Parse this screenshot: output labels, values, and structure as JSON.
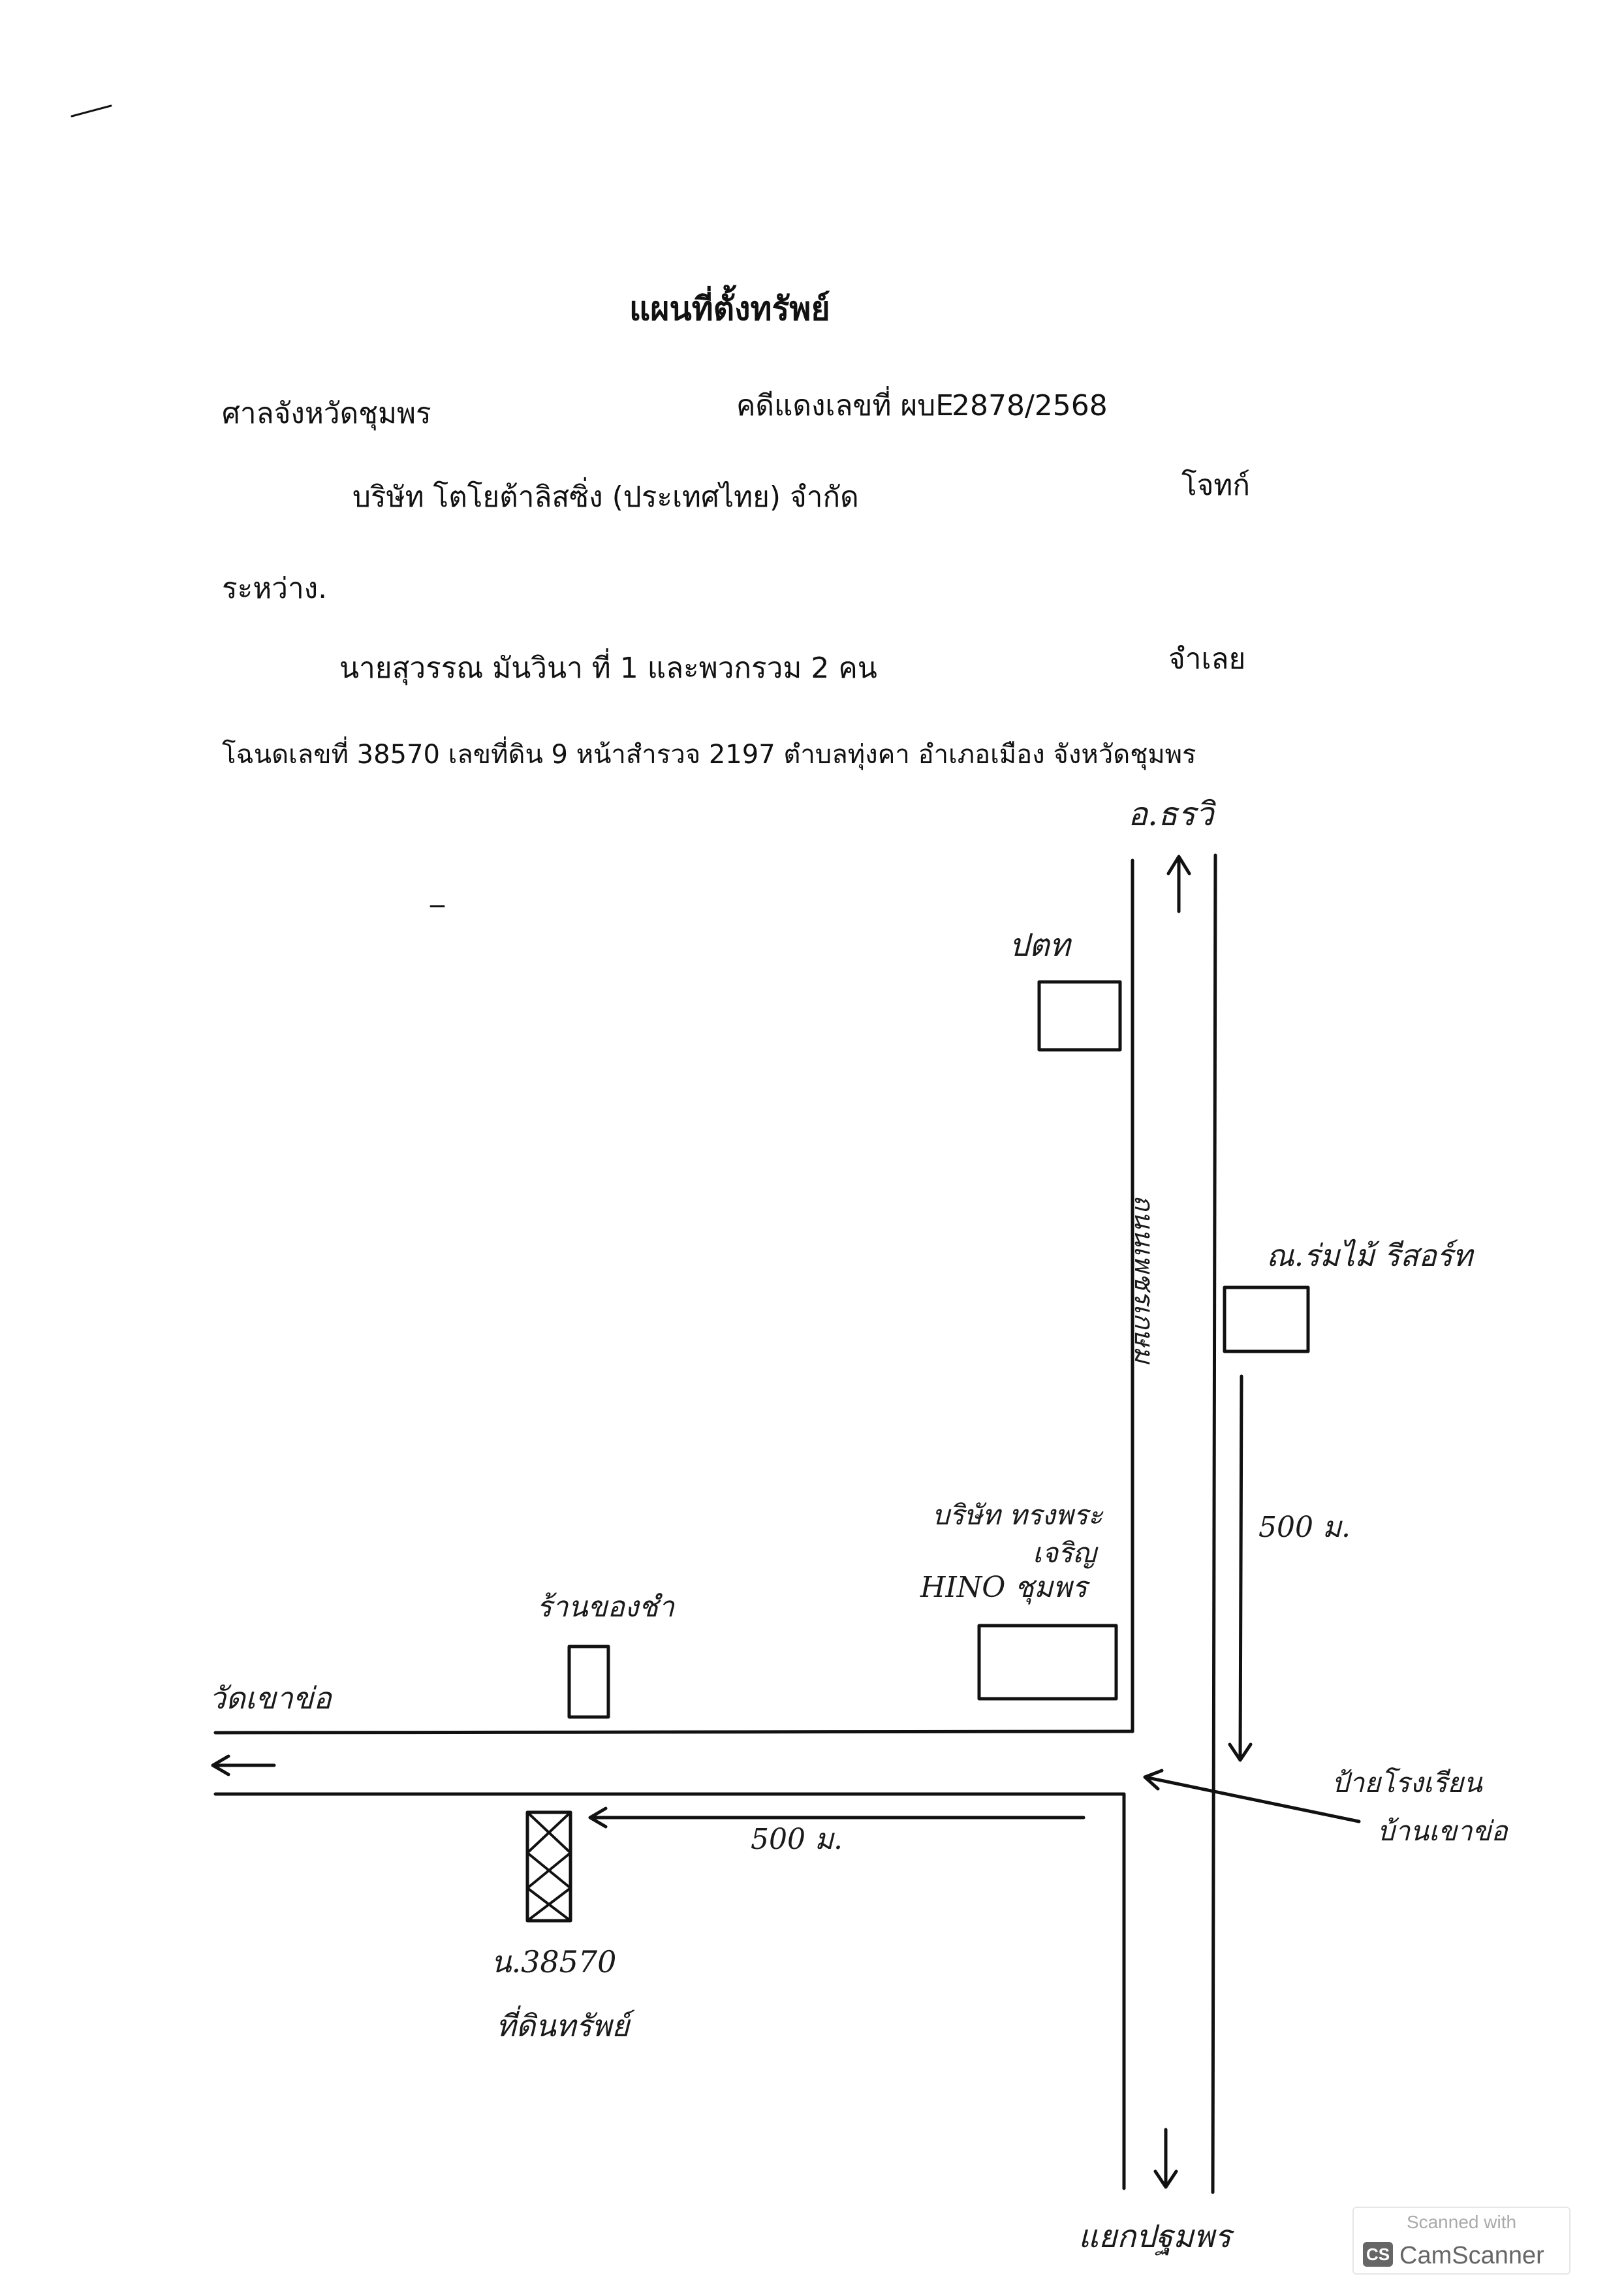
{
  "header": {
    "title": "แผนที่ตั้งทรัพย์",
    "court": "ศาลจังหวัดชุมพร",
    "case_label": "คดีแดงเลขที่ ผบE",
    "case_number": "2878/2568",
    "plaintiff_name": "บริษัท โตโยต้าลิสซิ่ง (ประเทศไทย) จำกัด",
    "plaintiff_role": "โจทก์",
    "between": "ระหว่าง.",
    "defendant_name": "นายสุวรรณ มันวินา ที่ 1 และพวกรวม 2 คน",
    "defendant_role": "จำเลย",
    "deed_line": "โฉนดเลขที่ 38570 เลขที่ดิน 9 หน้าสำรวจ 2197 ตำบลทุ่งคา อำเภอเมือง จังหวัดชุมพร"
  },
  "map": {
    "north_dest": "อ.ธรวิ",
    "gas_station": "ปตท",
    "road_name": "ถนนเพชรเกษม",
    "resort": "ณ.ร่มไม้ รีสอร์ท",
    "hino_line1": "บริษัท ทรงพระ",
    "hino_line2": "เจริญ",
    "hino_line3": "HINO ชุมพร",
    "distance_right": "500 ม.",
    "shop": "ร้านของชำ",
    "west_dest": "วัดเขาข่อ",
    "sign_line1": "ป้ายโรงเรียน",
    "sign_line2": "บ้านเขาข่อ",
    "distance_bottom": "500 ม.",
    "parcel_line1": "น.38570",
    "parcel_line2": "ที่ดินทรัพย์",
    "south_dest": "แยกปฐมพร"
  },
  "scanner": {
    "caption": "Scanned with",
    "logo_text": "CS",
    "brand": "CamScanner"
  },
  "icons": {
    "arrow": "arrow-icon",
    "logo": "camscanner-logo-icon"
  },
  "colors": {
    "ink": "#111111",
    "paper": "#ffffff",
    "badge_grey": "#666666"
  }
}
